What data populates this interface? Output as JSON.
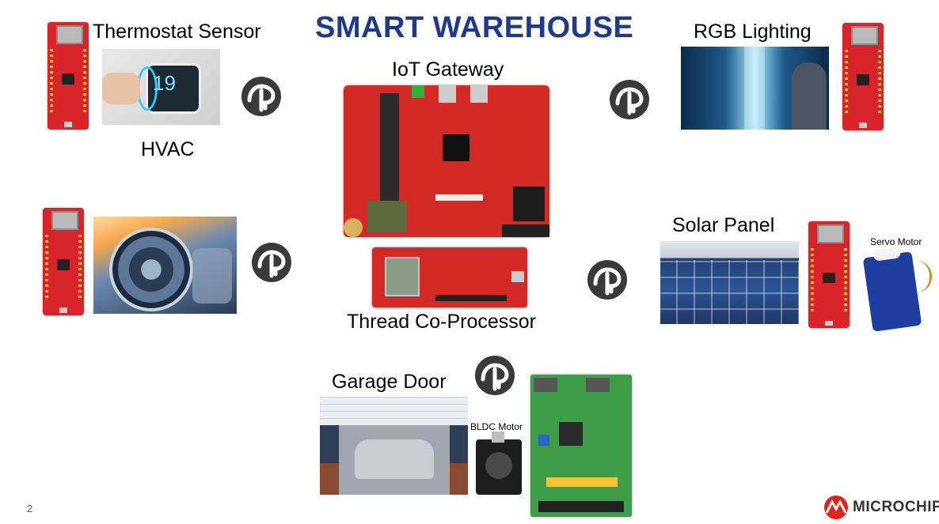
{
  "slide": {
    "title": "SMART WAREHOUSE",
    "page_number": "2"
  },
  "labels": {
    "thermostat": "Thermostat Sensor",
    "hvac": "HVAC",
    "gateway": "IoT Gateway",
    "coprocessor": "Thread Co-Processor",
    "rgb": "RGB Lighting",
    "solar": "Solar Panel",
    "servo": "Servo Motor",
    "garage": "Garage Door",
    "bldc": "BLDC Motor"
  },
  "thermostat_display": "19",
  "brand": {
    "name": "MICROCHIP",
    "color": "#e2231a"
  },
  "colors": {
    "title": "#1f3a8a",
    "board_red": "#d8242a",
    "thread_icon": "#3a3a3a"
  },
  "icons": [
    "thread-logo-icon",
    "microchip-logo-icon"
  ]
}
